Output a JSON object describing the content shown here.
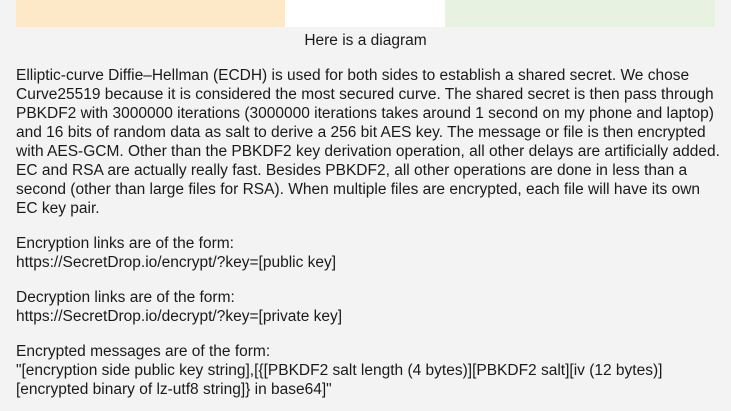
{
  "diagram": {
    "colors": {
      "left": "#fde9c8",
      "middle": "#ffffff",
      "right": "#e8f2e0"
    },
    "caption": "Here is a diagram"
  },
  "paragraphs": {
    "description": "Elliptic-curve Diffie–Hellman (ECDH) is used for both sides to establish a shared secret. We chose Curve25519 because it is considered the most secured curve. The shared secret is then pass through PBKDF2 with 3000000 iterations (3000000 iterations takes around 1 second on my phone and laptop) and 16 bits of random data as salt to derive a 256 bit AES key. The message or file is then encrypted with AES-GCM. Other than the PBKDF2 key derivation operation, all other delays are artificially added. EC and RSA are actually really fast. Besides PBKDF2, all other operations are done in less than a second (other than large files for RSA). When multiple files are encrypted, each file will have its own EC key pair.",
    "encryption_links": {
      "label": "Encryption links are of the form:",
      "value": "https://SecretDrop.io/encrypt/?key=[public key]"
    },
    "decryption_links": {
      "label": "Decryption links are of the form:",
      "value": "https://SecretDrop.io/decrypt/?key=[private key]"
    },
    "encrypted_messages": {
      "label": "Encrypted messages are of the form:",
      "value": "\"[encryption side public key string],[{[PBKDF2 salt length (4 bytes)][PBKDF2 salt][iv (12 bytes)][encrypted binary of lz-utf8 string]} in base64]\""
    }
  }
}
